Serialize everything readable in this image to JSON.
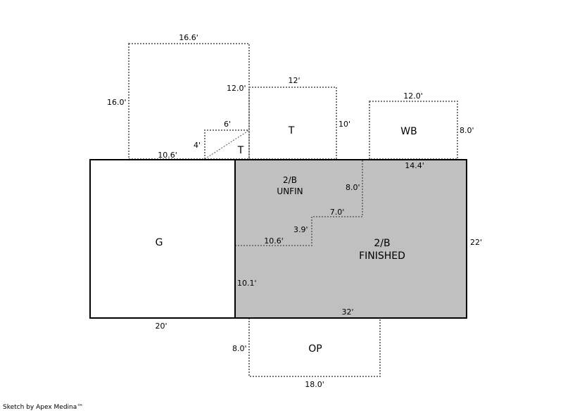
{
  "areas": {
    "garage": "G",
    "unfin_1": "2/B",
    "unfin_2": "UNFIN",
    "finished_1": "2/B",
    "finished_2": "FINISHED",
    "t_large": "T",
    "t_small": "T",
    "wb": "WB",
    "op": "OP"
  },
  "dimensions": {
    "top_width": "16.6'",
    "top_height": "16.0'",
    "top_right": "12.0'",
    "t_width": "12'",
    "t_height": "10'",
    "tri_width": "6'",
    "tri_height": "4'",
    "top_base": "10.6'",
    "wb_width": "12.0'",
    "wb_height": "8.0'",
    "main_top": "14.4'",
    "unfin_8": "8.0'",
    "unfin_7": "7.0'",
    "unfin_39": "3.9'",
    "unfin_106": "10.6'",
    "left_101": "10.1'",
    "main_bottom": "32'",
    "main_right": "22'",
    "garage_bottom": "20'",
    "op_height": "8.0'",
    "op_width": "18.0'"
  },
  "colors": {
    "finished_fill": "#c0c0c0"
  },
  "footer": "Sketch by Apex Medina™"
}
